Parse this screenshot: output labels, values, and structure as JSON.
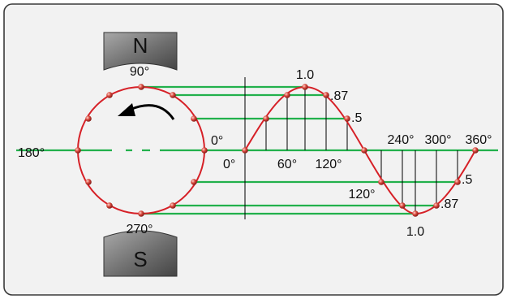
{
  "magnets": {
    "north": {
      "label": "N"
    },
    "south": {
      "label": "S"
    }
  },
  "circle": {
    "angle_labels": {
      "top": "90°",
      "left": "180°",
      "right": "0°",
      "bottom": "270°"
    }
  },
  "wave": {
    "tick_labels": {
      "origin": "0°",
      "t60": "60°",
      "t120": "120°",
      "t240": "240°",
      "t300": "300°",
      "t360": "360°",
      "t120_lower": "120°"
    },
    "value_labels": {
      "peak_top": "1.0",
      "top_87": ".87",
      "top_5": ".5",
      "bottom_5": ".5",
      "bottom_87": ".87",
      "peak_bottom": "1.0"
    }
  },
  "colors": {
    "frame": "#3a3a3a",
    "background": "#f2f2f2",
    "circle": "#d62027",
    "sine": "#d62027",
    "projection_lines": "#22b14c",
    "points": "#c0302a",
    "vertical_lines": "#000000"
  }
}
